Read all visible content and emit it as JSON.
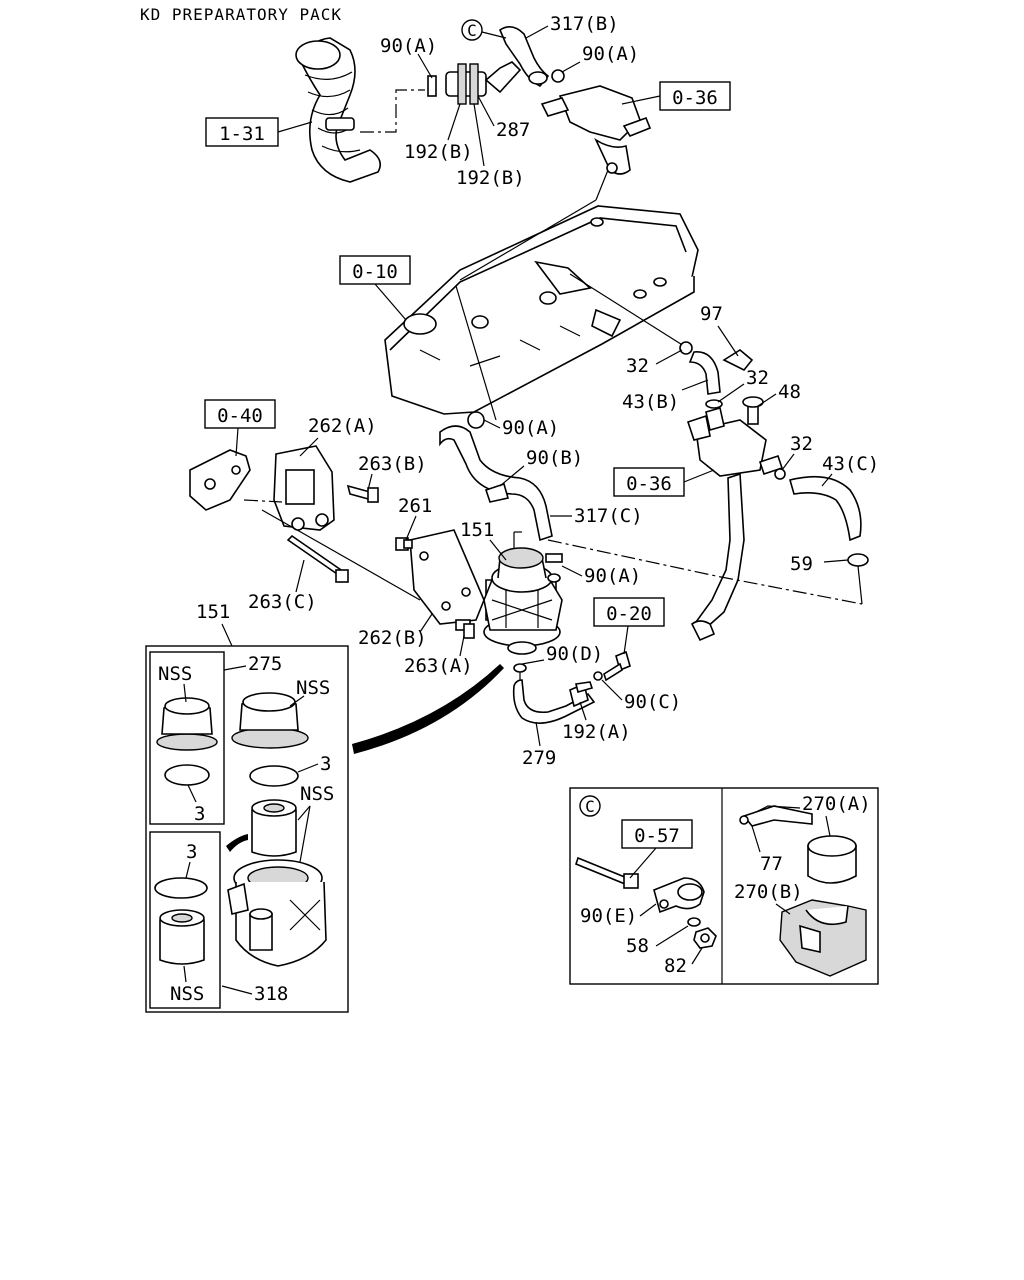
{
  "header": {
    "title": "KD PREPARATORY PACK"
  },
  "refs": {
    "r_1_31": "1-31",
    "r_0_36_top": "0-36",
    "r_0_10": "0-10",
    "r_0_40": "0-40",
    "r_0_36_mid": "0-36",
    "r_0_20": "0-20",
    "r_0_57": "0-57"
  },
  "callouts": {
    "c_90A_top_left": "90(A)",
    "c_317B": "317(B)",
    "c_90A_top_right": "90(A)",
    "c_192B_1": "192(B)",
    "c_287": "287",
    "c_192B_2": "192(B)",
    "c_97": "97",
    "c_32_a": "32",
    "c_32_b": "32",
    "c_48": "48",
    "c_43B": "43(B)",
    "c_32_c": "32",
    "c_43C": "43(C)",
    "c_262A": "262(A)",
    "c_263B": "263(B)",
    "c_90A_mid": "90(A)",
    "c_90B": "90(B)",
    "c_261": "261",
    "c_151": "151",
    "c_317C": "317(C)",
    "c_59": "59",
    "c_90A_pump": "90(A)",
    "c_263C": "263(C)",
    "c_262B": "262(B)",
    "c_263A": "263(A)",
    "c_90D": "90(D)",
    "c_90C": "90(C)",
    "c_192A": "192(A)",
    "c_279": "279",
    "c_151_detail": "151",
    "c_275": "275",
    "c_nss_1": "NSS",
    "c_nss_2": "NSS",
    "c_3_a": "3",
    "c_3_b": "3",
    "c_nss_3": "NSS",
    "c_3_c": "3",
    "c_nss_4": "NSS",
    "c_318": "318",
    "c_circle_c_top": "C",
    "c_circle_c_inset": "C",
    "c_90E": "90(E)",
    "c_58": "58",
    "c_82": "82",
    "c_270A": "270(A)",
    "c_77": "77",
    "c_270B": "270(B)"
  }
}
